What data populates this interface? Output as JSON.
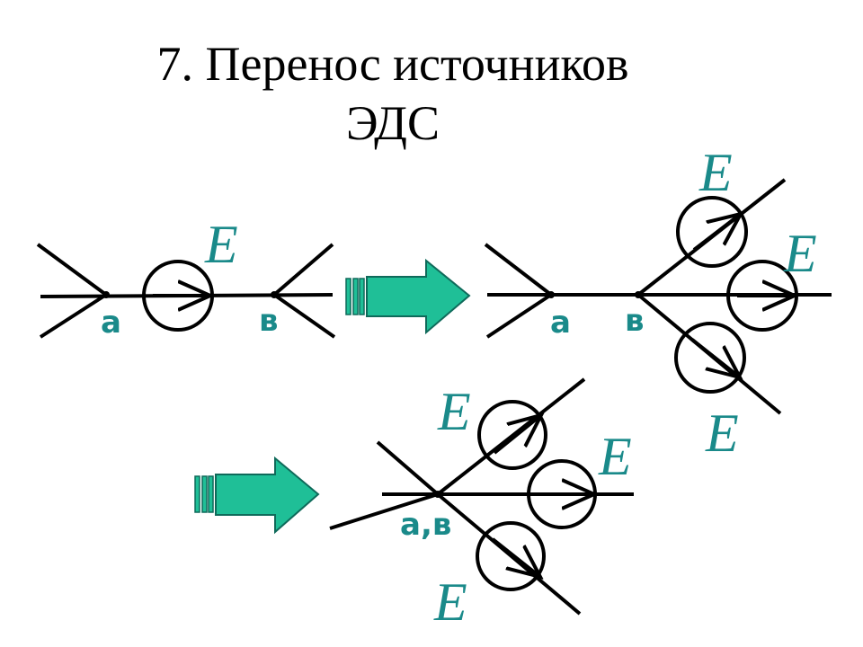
{
  "title": {
    "line1": "7. Перенос источников",
    "line2": "ЭДС"
  },
  "labels": {
    "emf": "E",
    "node_a": "а",
    "node_b": "в",
    "node_merged": "а,в"
  },
  "colors": {
    "label": "#1a8a8a",
    "arrow_fill": "#1fbf97",
    "arrow_stroke": "#0f6a5a",
    "line": "#000000"
  }
}
